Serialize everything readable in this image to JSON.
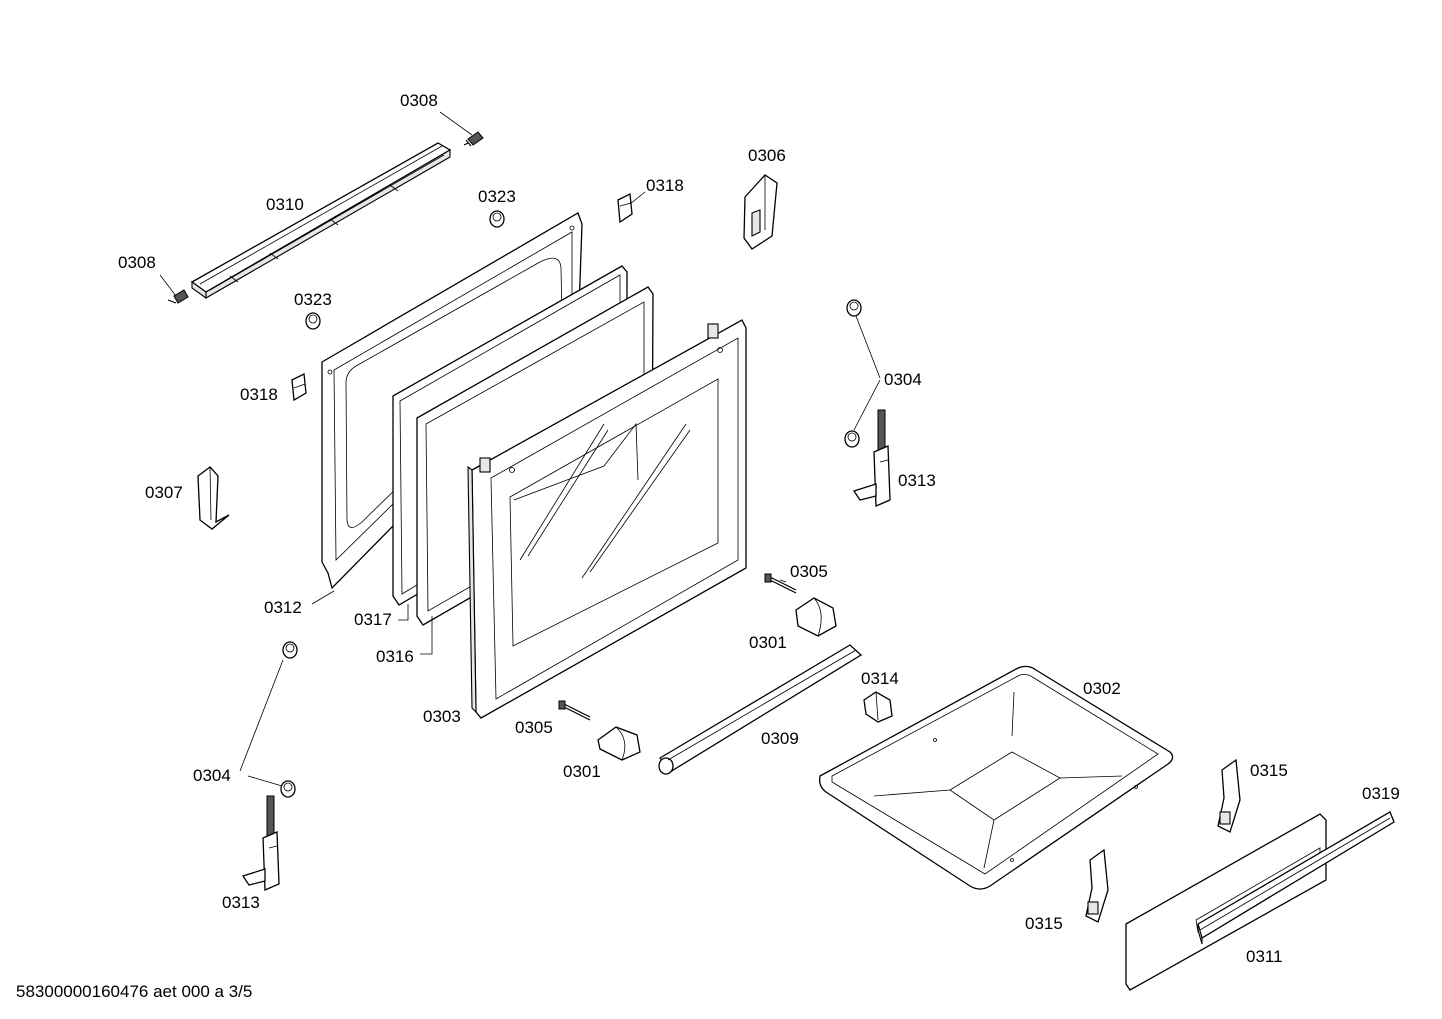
{
  "labels": {
    "p0308a": "0308",
    "p0308b": "0308",
    "p0310": "0310",
    "p0323a": "0323",
    "p0323b": "0323",
    "p0318a": "0318",
    "p0318b": "0318",
    "p0306": "0306",
    "p0304a": "0304",
    "p0304b": "0304",
    "p0313a": "0313",
    "p0313b": "0313",
    "p0307": "0307",
    "p0312": "0312",
    "p0317": "0317",
    "p0316": "0316",
    "p0303": "0303",
    "p0305a": "0305",
    "p0305b": "0305",
    "p0301a": "0301",
    "p0301b": "0301",
    "p0314": "0314",
    "p0302": "0302",
    "p0309": "0309",
    "p0315a": "0315",
    "p0315b": "0315",
    "p0319": "0319",
    "p0311": "0311"
  },
  "footer": "58300000160476 aet 000 a 3/5"
}
